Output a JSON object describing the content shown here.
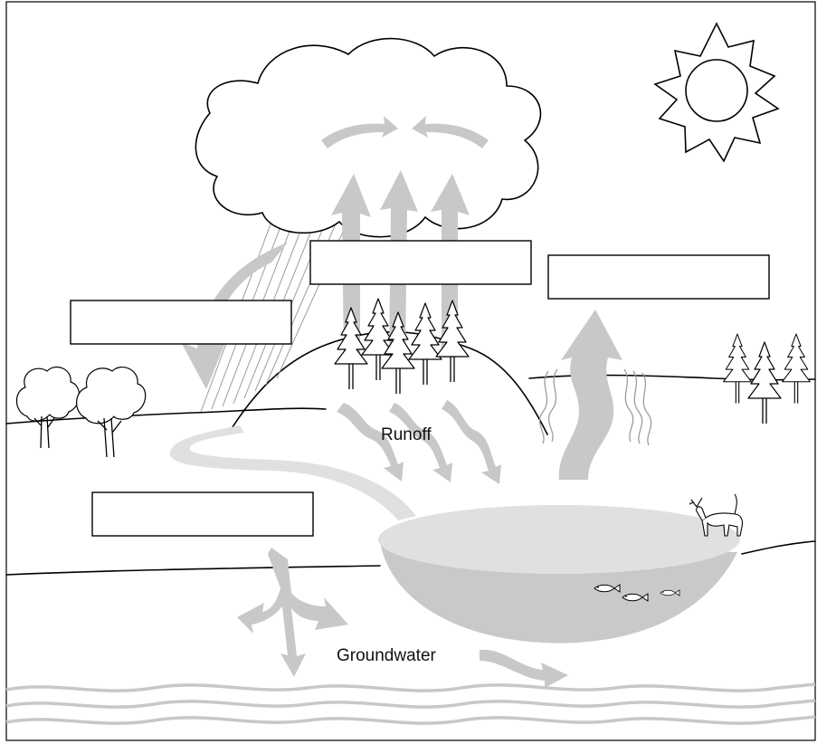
{
  "diagram": {
    "labels": {
      "runoff": "Runoff",
      "groundwater": "Groundwater"
    },
    "blank_boxes": [
      {
        "id": "blank-box-1",
        "text": ""
      },
      {
        "id": "blank-box-2",
        "text": ""
      },
      {
        "id": "blank-box-3",
        "text": ""
      },
      {
        "id": "blank-box-4",
        "text": ""
      }
    ],
    "icons": [
      "cloud-icon",
      "sun-icon",
      "deciduous-tree-icon",
      "pine-tree-icon",
      "deer-icon",
      "fish-icon",
      "lake-icon",
      "stream-icon"
    ],
    "colors": {
      "arrow": "#c8c8c8",
      "lake_top": "#e0e0e0",
      "lake_bottom": "#c9c9c9",
      "line": "#000000"
    }
  }
}
